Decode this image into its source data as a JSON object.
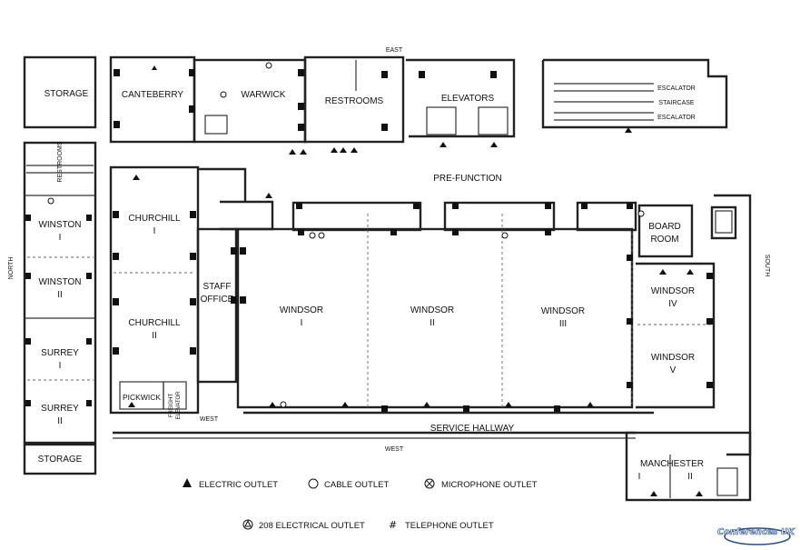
{
  "compass": {
    "east": "EAST",
    "west_lower": "WEST",
    "west_small": "WEST",
    "north": "NORTH",
    "south": "SOUTH"
  },
  "rooms": {
    "storage_top": "STORAGE",
    "canteberry": "CANTEBERRY",
    "warwick": "WARWICK",
    "restrooms_top": "RESTROOMS",
    "elevators": "ELEVATORS",
    "escalator_1": "ESCALATOR",
    "staircase": "STAIRCASE",
    "escalator_2": "ESCALATOR",
    "restrooms_side": "RESTROOMS",
    "pre_function": "PRE-FUNCTION",
    "winston_1": [
      "WINSTON",
      "I"
    ],
    "winston_2": [
      "WINSTON",
      "II"
    ],
    "surrey_1": [
      "SURREY",
      "I"
    ],
    "surrey_2": [
      "SURREY",
      "II"
    ],
    "storage_bottom": "STORAGE",
    "churchill_1": [
      "CHURCHILL",
      "I"
    ],
    "churchill_2": [
      "CHURCHILL",
      "II"
    ],
    "staff_office": [
      "STAFF",
      "OFFICE"
    ],
    "pickwick": "PICKWICK",
    "freight_elevator": [
      "FREIGHT",
      "ELEVATOR"
    ],
    "windsor_1": [
      "WINDSOR",
      "I"
    ],
    "windsor_2": [
      "WINDSOR",
      "II"
    ],
    "windsor_3": [
      "WINDSOR",
      "III"
    ],
    "windsor_4": [
      "WINDSOR",
      "IV"
    ],
    "windsor_5": [
      "WINDSOR",
      "V"
    ],
    "board_room": [
      "BOARD",
      "ROOM"
    ],
    "service_hallway": "SERVICE HALLWAY",
    "manchester": "MANCHESTER",
    "manchester_1": "I",
    "manchester_2": "II"
  },
  "legend": {
    "electric": "ELECTRIC OUTLET",
    "cable": "CABLE OUTLET",
    "microphone": "MICROPHONE OUTLET",
    "e208": "208 ELECTRICAL OUTLET",
    "telephone": "TELEPHONE OUTLET"
  },
  "logo": {
    "text": "Conferences UK"
  }
}
